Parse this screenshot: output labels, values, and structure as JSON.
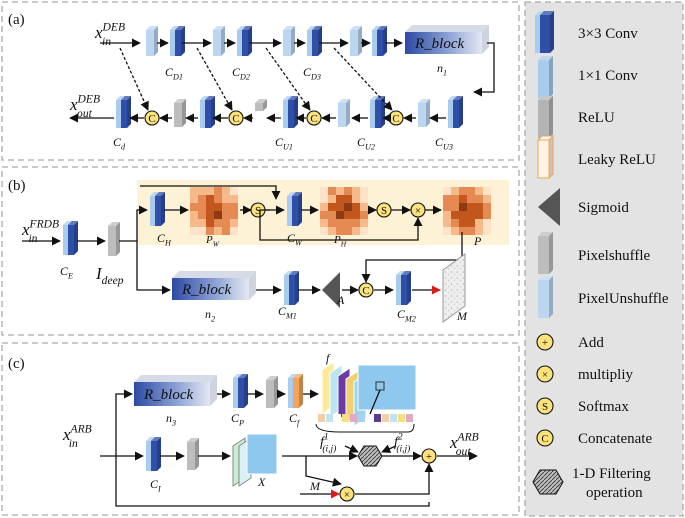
{
  "colors": {
    "conv3": "#2f4fa8",
    "conv1": "#a9cbec",
    "relu": "#b4b4b4",
    "leaky_relu": "#f2a35a",
    "sigmoid": "#555555",
    "pixelshuffle": "#bdbdbd",
    "pixelunshuffle": "#bcd6f2",
    "add": "#fbe27a",
    "attention_bg": "#fdf2d6",
    "arrow_red": "#e01818",
    "dashed_border": "#aaaaaa",
    "legend_bg": "#e3e3e3"
  },
  "panel_a": {
    "label": "(a)",
    "input": "x",
    "input_sup": "DEB",
    "input_sub": "in",
    "output": "x",
    "output_sup": "DEB",
    "output_sub": "out",
    "block": "R_block",
    "block_n": "n",
    "block_n_sub": "1",
    "c_d1": "C",
    "c_d1_sub": "D1",
    "c_d2": "C",
    "c_d2_sub": "D2",
    "c_d3": "C",
    "c_d3_sub": "D3",
    "c_u1": "C",
    "c_u1_sub": "U1",
    "c_u2": "C",
    "c_u2_sub": "U2",
    "c_u3": "C",
    "c_u3_sub": "U3",
    "c_d": "C",
    "c_d_sub": "d",
    "concat": "C"
  },
  "panel_b": {
    "label": "(b)",
    "input": "x",
    "input_sup": "FRDB",
    "input_sub": "in",
    "c_e": "C",
    "c_e_sub": "E",
    "i_deep": "I",
    "i_deep_sub": "deep",
    "c_h": "C",
    "c_h_sub": "H",
    "p_w": "P",
    "p_w_sub": "W",
    "c_w": "C",
    "c_w_sub": "W",
    "p_h": "P",
    "p_h_sub": "H",
    "p": "P",
    "block": "R_block",
    "block_n": "n",
    "block_n_sub": "2",
    "c_m1": "C",
    "c_m1_sub": "M1",
    "a": "A",
    "c_m2": "C",
    "c_m2_sub": "M2",
    "m": "M",
    "softmax": "S",
    "concat": "C"
  },
  "panel_c": {
    "label": "(c)",
    "input": "x",
    "input_sup": "ARB",
    "input_sub": "in",
    "output": "x",
    "output_sup": "ARB",
    "output_sub": "out",
    "block": "R_block",
    "block_n": "n",
    "block_n_sub": "3",
    "c_p": "C",
    "c_p_sub": "P",
    "c_f": "C",
    "c_f_sub": "f",
    "f": "f",
    "f1": "f",
    "f1_sup": "1",
    "f1_sub": "(i,j)",
    "f2": "f",
    "f2_sup": "2",
    "f2_sub": "(i,j)",
    "c_i": "C",
    "c_i_sub": "I",
    "x_feat": "X",
    "m": "M"
  },
  "legend": {
    "conv3": "3×3 Conv",
    "conv1": "1×1 Conv",
    "relu": "ReLU",
    "leaky": "Leaky ReLU",
    "sigmoid": "Sigmoid",
    "pixelshuffle": "Pixelshuffle",
    "pixelunshuffle": "PixelUnshuffle",
    "add": "Add",
    "multiply": "multipliy",
    "softmax": "Softmax",
    "concat": "Concatenate",
    "filter_line1": "1-D Filtering",
    "filter_line2": "operation",
    "add_sym": "+",
    "mul_sym": "×",
    "softmax_sym": "S",
    "concat_sym": "C"
  }
}
